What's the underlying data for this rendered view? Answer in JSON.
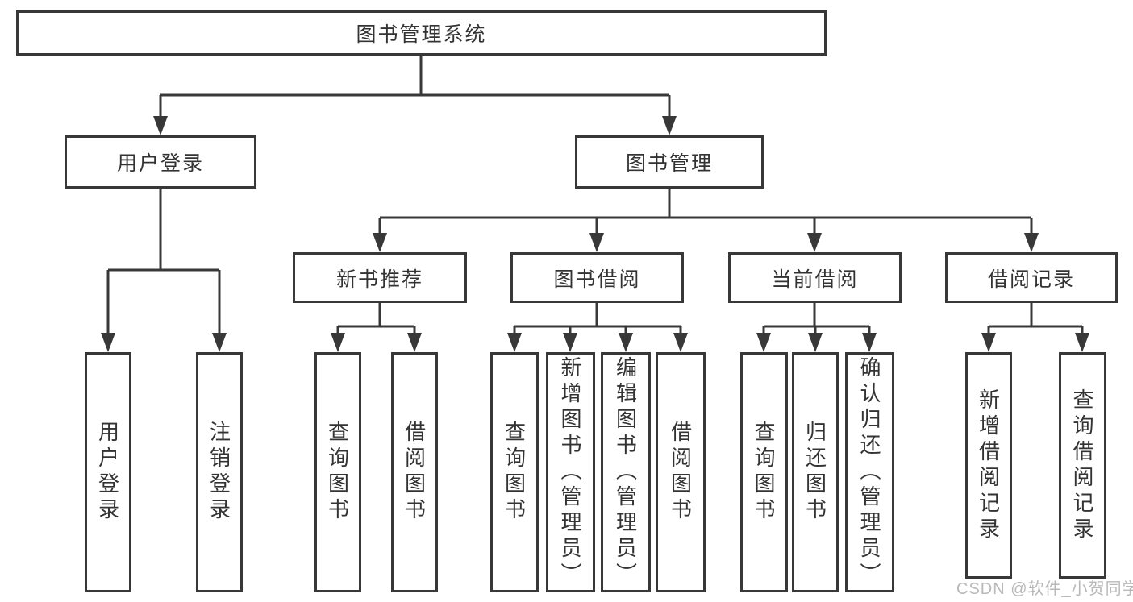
{
  "diagram": {
    "root": {
      "label": "图书管理系统"
    },
    "branches": [
      {
        "label": "用户登录",
        "leaves": [
          {
            "label": "用户登录"
          },
          {
            "label": "注销登录"
          }
        ]
      },
      {
        "label": "图书管理",
        "groups": [
          {
            "label": "新书推荐",
            "leaves": [
              {
                "label": "查询图书"
              },
              {
                "label": "借阅图书"
              }
            ]
          },
          {
            "label": "图书借阅",
            "leaves": [
              {
                "label": "查询图书"
              },
              {
                "label": "新增图书（管理员）"
              },
              {
                "label": "编辑图书（管理员）"
              },
              {
                "label": "借阅图书"
              }
            ]
          },
          {
            "label": "当前借阅",
            "leaves": [
              {
                "label": "查询图书"
              },
              {
                "label": "归还图书"
              },
              {
                "label": "确认归还（管理员）"
              }
            ]
          },
          {
            "label": "借阅记录",
            "leaves": [
              {
                "label": "新增借阅记录"
              },
              {
                "label": "查询借阅记录"
              }
            ]
          }
        ]
      }
    ]
  },
  "watermark": {
    "text": "CSDN @软件_小贺同学"
  },
  "colors": {
    "line": "#383838",
    "box_border": "#383838",
    "box_fill": "#ffffff",
    "text": "#333333",
    "watermark": "#b9b9b9",
    "background": "#ffffff"
  }
}
